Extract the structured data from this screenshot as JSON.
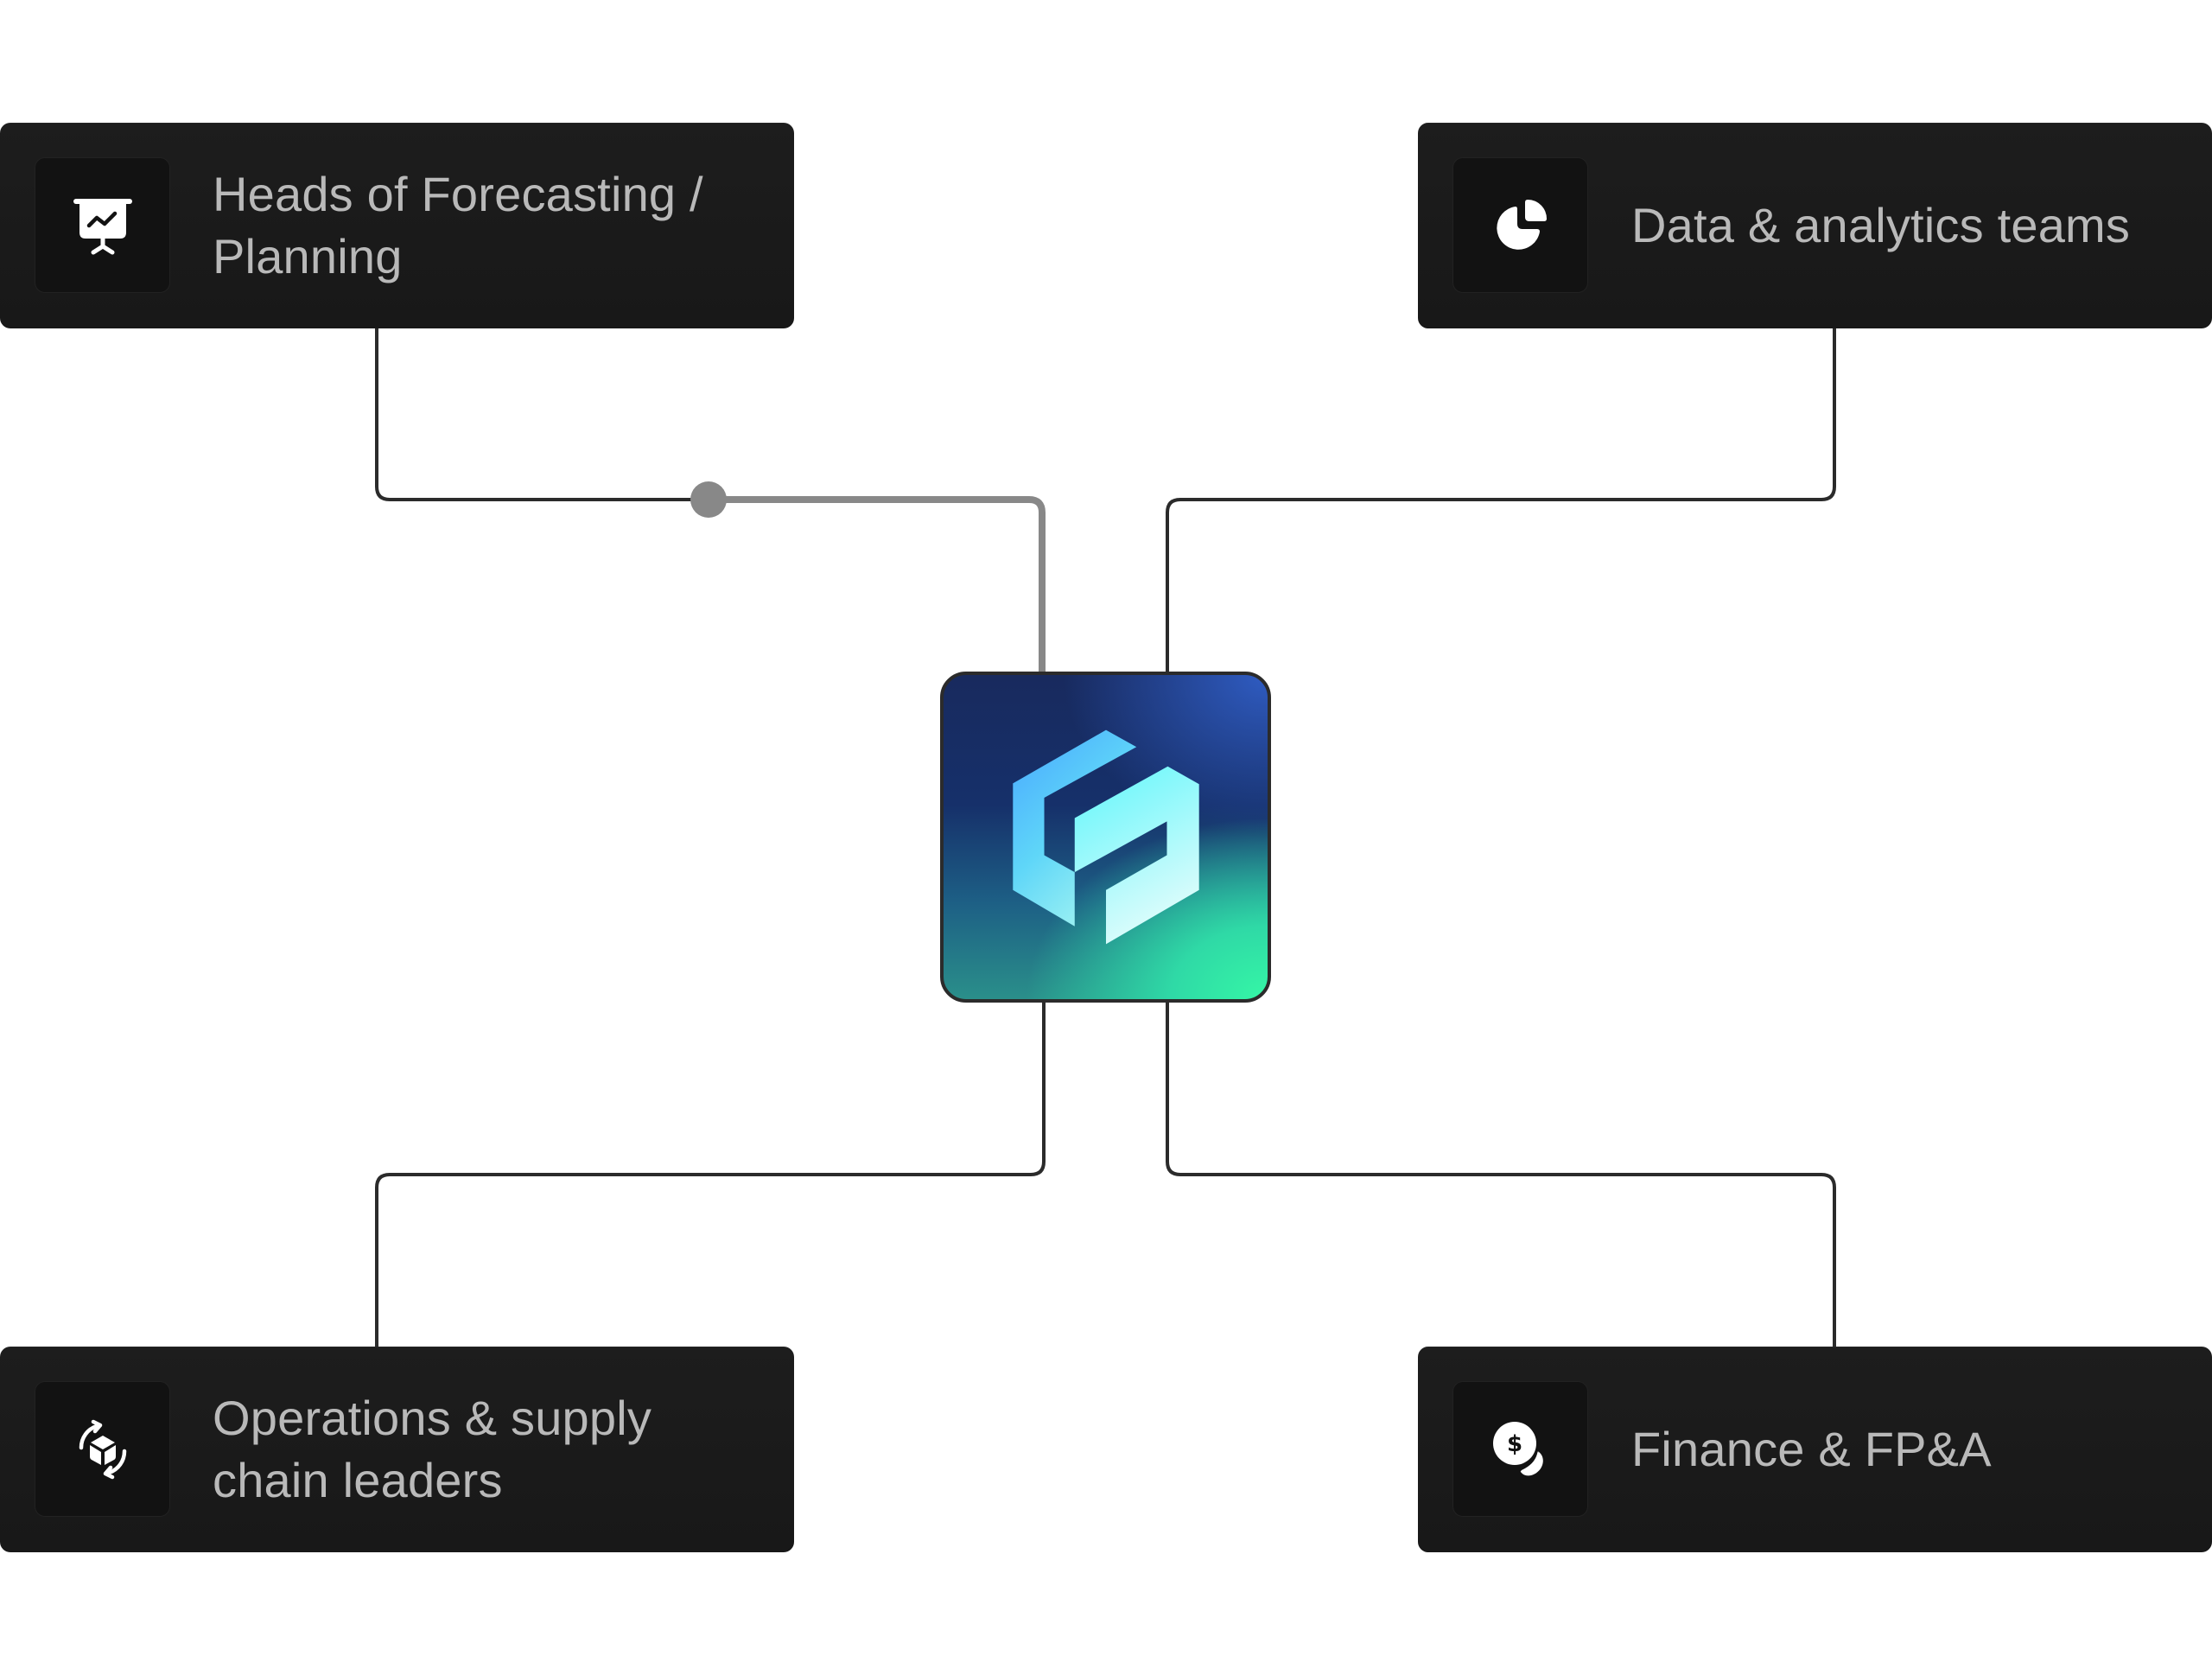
{
  "hub": {
    "name": "Central platform logo"
  },
  "colors": {
    "card_bg": "#1a1a1a",
    "icon_box_bg": "#121212",
    "label_text": "#b9b9b9",
    "connector": "#2b2b2b",
    "connector_highlight": "#888888",
    "hub_gradient_top": "#182a5e",
    "hub_gradient_accent_blue": "#2f5cc2",
    "hub_gradient_bottom": "#35f7a6"
  },
  "cards": [
    {
      "id": "tl",
      "icon": "presentation-chart-icon",
      "label": "Heads of Forecasting / Planning"
    },
    {
      "id": "tr",
      "icon": "pie-chart-icon",
      "label": "Data & analytics teams"
    },
    {
      "id": "bl",
      "icon": "package-cycle-icon",
      "label": "Operations & supply chain leaders"
    },
    {
      "id": "br",
      "icon": "coins-icon",
      "label": "Finance & FP&A"
    }
  ],
  "connectors": {
    "highlighted": "heads-of-forecasting",
    "active_node": "midpoint-dot"
  }
}
